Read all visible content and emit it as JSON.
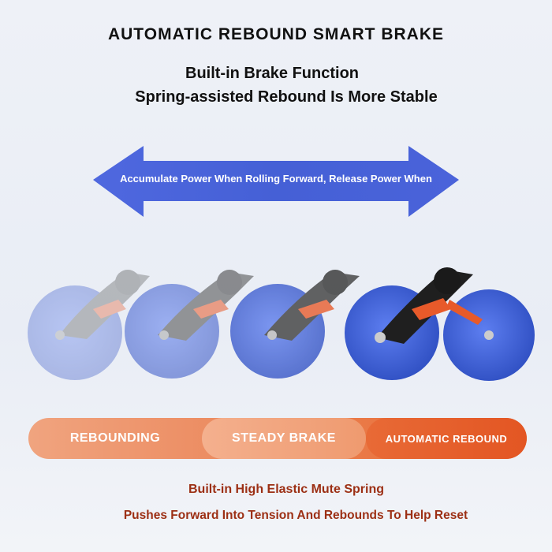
{
  "headline": "AUTOMATIC REBOUND SMART BRAKE",
  "subheadings": [
    "Built-in Brake Function",
    "Spring-assisted Rebound Is More Stable"
  ],
  "arrow_text": "Accumulate Power When Rolling Forward, Release Power When",
  "stages": [
    "REBOUNDING",
    "STEADY BRAKE",
    "AUTOMATIC REBOUND"
  ],
  "footer": [
    "Built-in High Elastic Mute Spring",
    "Pushes Forward Into Tension And Rebounds To Help Reset"
  ],
  "colors": {
    "arrow": "#4a63d9",
    "wheel": "#3d5fd4",
    "accent": "#e8632d",
    "footer_text": "#9c2f14"
  }
}
